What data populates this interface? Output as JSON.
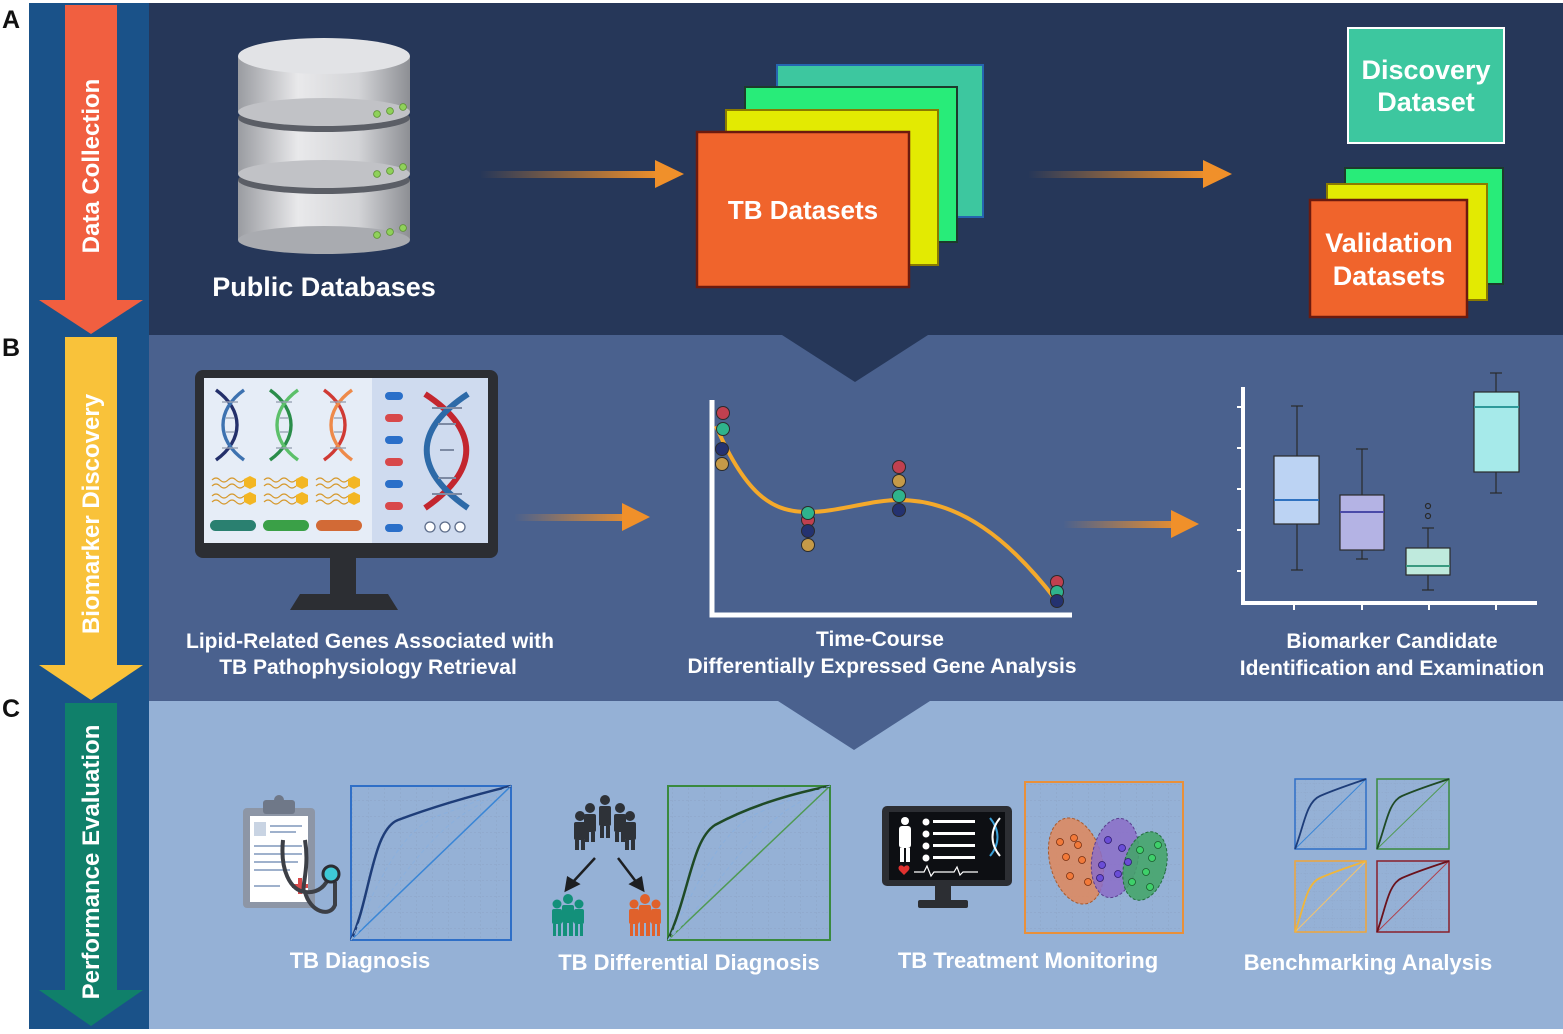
{
  "panel_letters": {
    "a": "A",
    "b": "B",
    "c": "C"
  },
  "stages": {
    "a": "Data Collection",
    "b": "Biomarker Discovery",
    "c": "Performance Evaluation"
  },
  "section_a": {
    "databases_label": "Public Databases",
    "tb_datasets_label": "TB Datasets",
    "discovery_label": [
      "Discovery",
      "Dataset"
    ],
    "validation_label": [
      "Validation",
      "Datasets"
    ]
  },
  "section_b": {
    "lipid_caption": [
      "Lipid-Related Genes Associated with",
      "TB Pathophysiology Retrieval"
    ],
    "timecourse_caption": [
      "Time-Course",
      "Differentially Expressed Gene Analysis"
    ],
    "biomarker_caption": [
      "Biomarker Candidate",
      "Identification and Examination"
    ]
  },
  "section_c": {
    "diagnosis_label": "TB Diagnosis",
    "differential_label": "TB Differential Diagnosis",
    "treatment_label": "TB Treatment Monitoring",
    "benchmark_label": "Benchmarking Analysis"
  },
  "colors": {
    "band_a": "#263759",
    "band_b": "#4a618e",
    "band_c": "#95b1d6",
    "side_bar": "#1a5289",
    "arrow_a": "#f15f40",
    "arrow_b": "#f9c23a",
    "arrow_c": "#10806a",
    "flow_arrow": "#f0902a",
    "tb_orange": "#f0642c",
    "yellow_card": "#e3ea02",
    "green_card": "#28ec79",
    "teal_card": "#3dc79f"
  },
  "icons": [
    "database-icon",
    "monitor-icon",
    "dna-icon",
    "clipboard-icon",
    "stethoscope-icon",
    "people-icon",
    "ecg-monitor-icon"
  ]
}
